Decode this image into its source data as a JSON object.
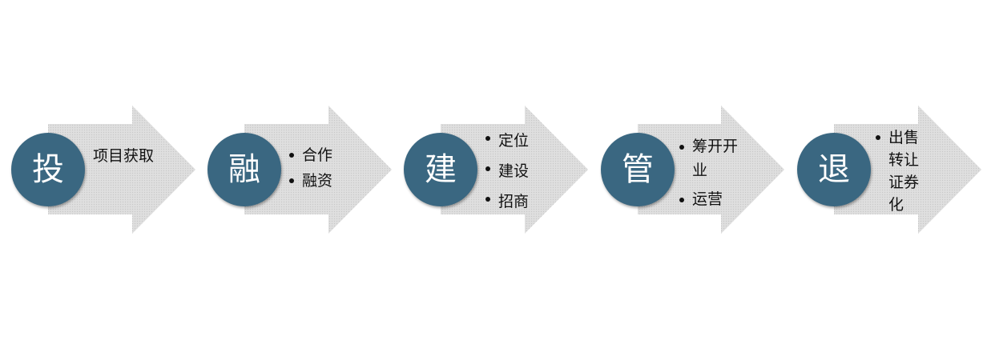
{
  "steps": [
    {
      "key": "投",
      "type": "plain",
      "text": "项目获取"
    },
    {
      "key": "融",
      "type": "list",
      "items": [
        "合作",
        "融资"
      ]
    },
    {
      "key": "建",
      "type": "list",
      "items": [
        "定位",
        "建设",
        "招商"
      ]
    },
    {
      "key": "管",
      "type": "list",
      "items": [
        "筹开开业",
        "运营"
      ]
    },
    {
      "key": "退",
      "type": "list",
      "items": [
        "出售转让证券化"
      ]
    }
  ],
  "colors": {
    "circle": "#3a6781",
    "arrow": "#d9d9d9",
    "text": "#111111"
  }
}
